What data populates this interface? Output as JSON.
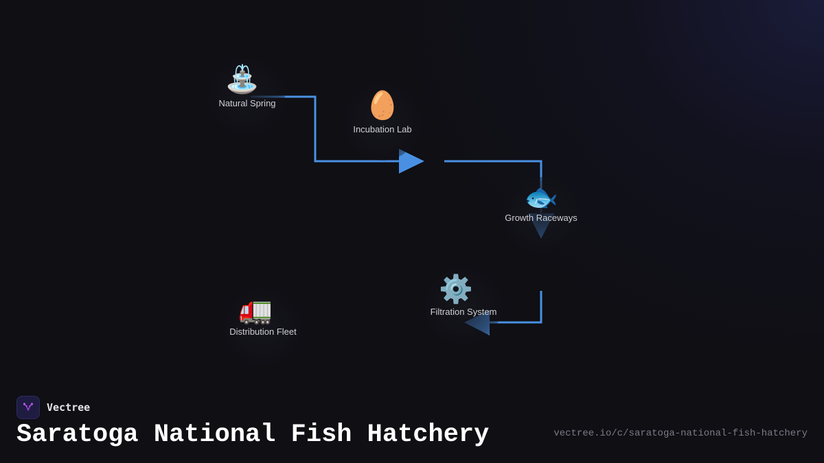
{
  "diagram": {
    "type": "flow",
    "edge_color": "#4a90e2",
    "nodes": [
      {
        "id": "natural-spring",
        "icon": "⛲",
        "icon_name": "fountain-icon",
        "label": "Natural Spring"
      },
      {
        "id": "incubation-lab",
        "icon": "🥚",
        "icon_name": "egg-icon",
        "label": "Incubation Lab"
      },
      {
        "id": "growth-raceways",
        "icon": "🐟",
        "icon_name": "fish-icon",
        "label": "Growth Raceways"
      },
      {
        "id": "filtration-system",
        "icon": "⚙️",
        "icon_name": "gear-icon",
        "label": "Filtration System"
      },
      {
        "id": "distribution-fleet",
        "icon": "🚛",
        "icon_name": "truck-icon",
        "label": "Distribution Fleet"
      }
    ],
    "edges": [
      {
        "from": "Natural Spring",
        "to": "Incubation Lab"
      },
      {
        "from": "Incubation Lab",
        "to": "Growth Raceways"
      },
      {
        "from": "Growth Raceways",
        "to": "Filtration System"
      }
    ]
  },
  "footer": {
    "brand_name": "Vectree",
    "title": "Saratoga National Fish Hatchery",
    "url": "vectree.io/c/saratoga-national-fish-hatchery"
  },
  "colors": {
    "background": "#0f0f14",
    "accent": "#4a90e2",
    "logo_purple": "#a040d8",
    "label_text": "#cfcfd4",
    "url_text": "#7b7b85"
  }
}
